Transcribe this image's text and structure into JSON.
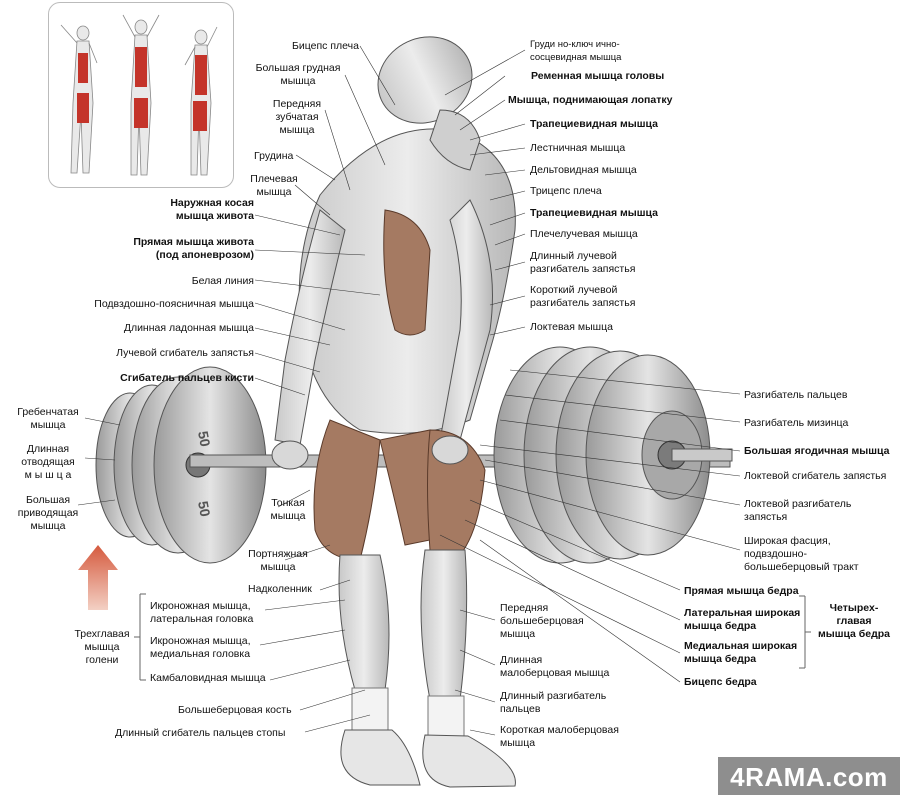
{
  "labels": {
    "biceps_plecha": "Бицепс плеча",
    "bolshaya_grudnaya": [
      "Большая грудная",
      "мышца"
    ],
    "perednyaya_zubchataya": [
      "Передняя",
      "зубчатая",
      "мышца"
    ],
    "grudina": "Грудина",
    "plechevaya": [
      "Плечевая",
      "мышца"
    ],
    "naruzhnaya_kosaya": [
      "Наружная косая",
      "мышца живота"
    ],
    "pryamaya_zhivota": [
      "Прямая мышца живота",
      "(под апоневрозом)"
    ],
    "belaya_liniya": "Белая линия",
    "podvzdoshno_poyasnichnaya": "Подвздошно-поясничная мышца",
    "dlinnaya_ladonnaya": "Длинная ладонная мышца",
    "luchevoy_sgibatel": "Лучевой сгибатель запястья",
    "sgibatel_paltsev": "Сгибатель пальцев кисти",
    "grebenchataya": [
      "Гребенчатая",
      "мышца"
    ],
    "dlinnaya_otvodyashaya": [
      "Длинная",
      "отводящая",
      "м ы ш ц а"
    ],
    "bolshaya_privodyashaya": [
      "Большая",
      "приводящая",
      "мышца"
    ],
    "tonkaya": [
      "Тонкая",
      "мышца"
    ],
    "portnyazhnaya": [
      "Портняжная",
      "мышца"
    ],
    "nadkolennik": "Надколенник",
    "ikronozhnaya_lat": [
      "Икроножная мышца,",
      "латеральная головка"
    ],
    "ikronozhnaya_med": [
      "Икроножная мышца,",
      "медиальная головка"
    ],
    "trehglavaya": [
      "Трехглавая",
      "мышца",
      "голени"
    ],
    "kambalovidnaya": "Камбаловидная мышца",
    "bolshebertsovaya_kost": "Большеберцовая кость",
    "dlinny_sgibatel_stopy": "Длинный сгибатель пальцев стопы",
    "grudino_klyuch": [
      "Груди но-ключ ично-",
      "сосцевидная мышца"
    ],
    "remennaya": "Ременная мышца головы",
    "podnimayushaya_lopatku": "Мышца, поднимающая лопатку",
    "trapetsievidnaya_1": "Трапециевидная мышца",
    "lestnichnaya": "Лестничная мышца",
    "deltovidnaya": "Дельтовидная мышца",
    "tritseps": "Трицепс плеча",
    "trapetsievidnaya_2": "Трапециевидная мышца",
    "plecheluchevaya": "Плечелучевая  мышца",
    "dlinny_luchevoy": [
      "Длинный лучевой",
      "разгибатель запястья"
    ],
    "korotky_luchevoy": [
      "Короткий лучевой",
      "разгибатель запястья"
    ],
    "loktevaya": "Локтевая мышца",
    "razgibatel_paltsev": "Разгибатель пальцев",
    "razgibatel_miznitsa": "Разгибатель мизинца",
    "bolshaya_yagodichnaya": "Большая ягодичная мышца",
    "loktevoy_sgibatel": "Локтевой сгибатель запястья",
    "loktevoy_razgibatel": [
      "Локтевой разгибатель",
      "запястья"
    ],
    "shirokaya_fastsiya": [
      "Широкая фасция,",
      "подвздошно-",
      "большеберцовый тракт"
    ],
    "pryamaya_bedra": "Прямая мышца бедра",
    "lateralnaya_shirokaya": [
      "Латеральная широкая",
      "мышца бедра"
    ],
    "medialnaya_shirokaya": [
      "Медиальная широкая",
      "мышца бедра"
    ],
    "chetyrehglavaya": [
      "Четырех-",
      "главая",
      "мышца бедра"
    ],
    "biceps_bedra": "Бицепс бедра",
    "perednyaya_bolshebertsovaya": [
      "Передняя",
      "большеберцовая",
      "мышца"
    ],
    "dlinnaya_maloberts": [
      "Длинная",
      "малоберцовая мышца"
    ],
    "dlinny_razgibatel_paltsev": [
      "Длинный разгибатель",
      "пальцев"
    ],
    "korotkaya_maloberts": [
      "Короткая малоберцовая",
      "мышца"
    ]
  },
  "plate_marking": "50",
  "watermark": "4RAMA.com",
  "colors": {
    "muscle_highlight": "#c4342a",
    "arrow": "#d0634a",
    "watermark_bg": "#8e8e8e"
  }
}
